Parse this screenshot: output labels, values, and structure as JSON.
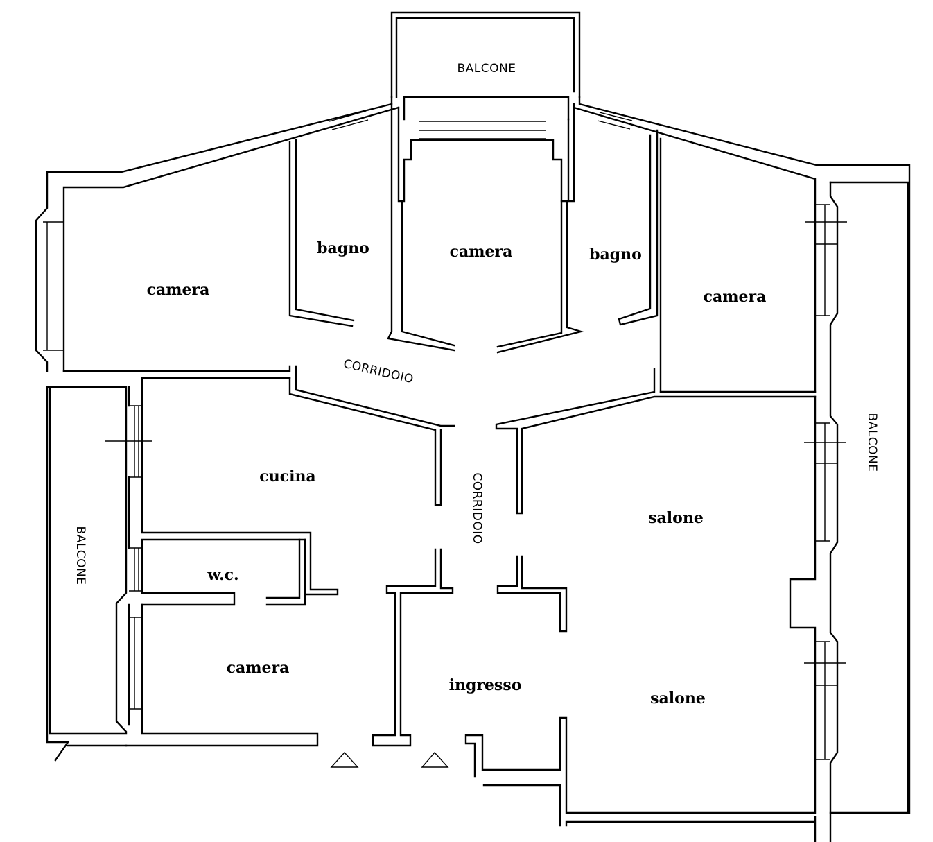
{
  "rooms": {
    "balcone_top": "BALCONE",
    "camera_left": "camera",
    "bagno_left": "bagno",
    "camera_center": "camera",
    "bagno_right": "bagno",
    "camera_right": "camera",
    "corridoio_diag": "CORRIDOIO",
    "corridoio_vert": "CORRIDOIO",
    "cucina": "cucina",
    "wc": "w.c.",
    "camera_lower_left": "camera",
    "ingresso": "ingresso",
    "salone_upper": "salone",
    "salone_lower": "salone",
    "balcone_left": "BALCONE",
    "balcone_right": "BALCONE"
  }
}
